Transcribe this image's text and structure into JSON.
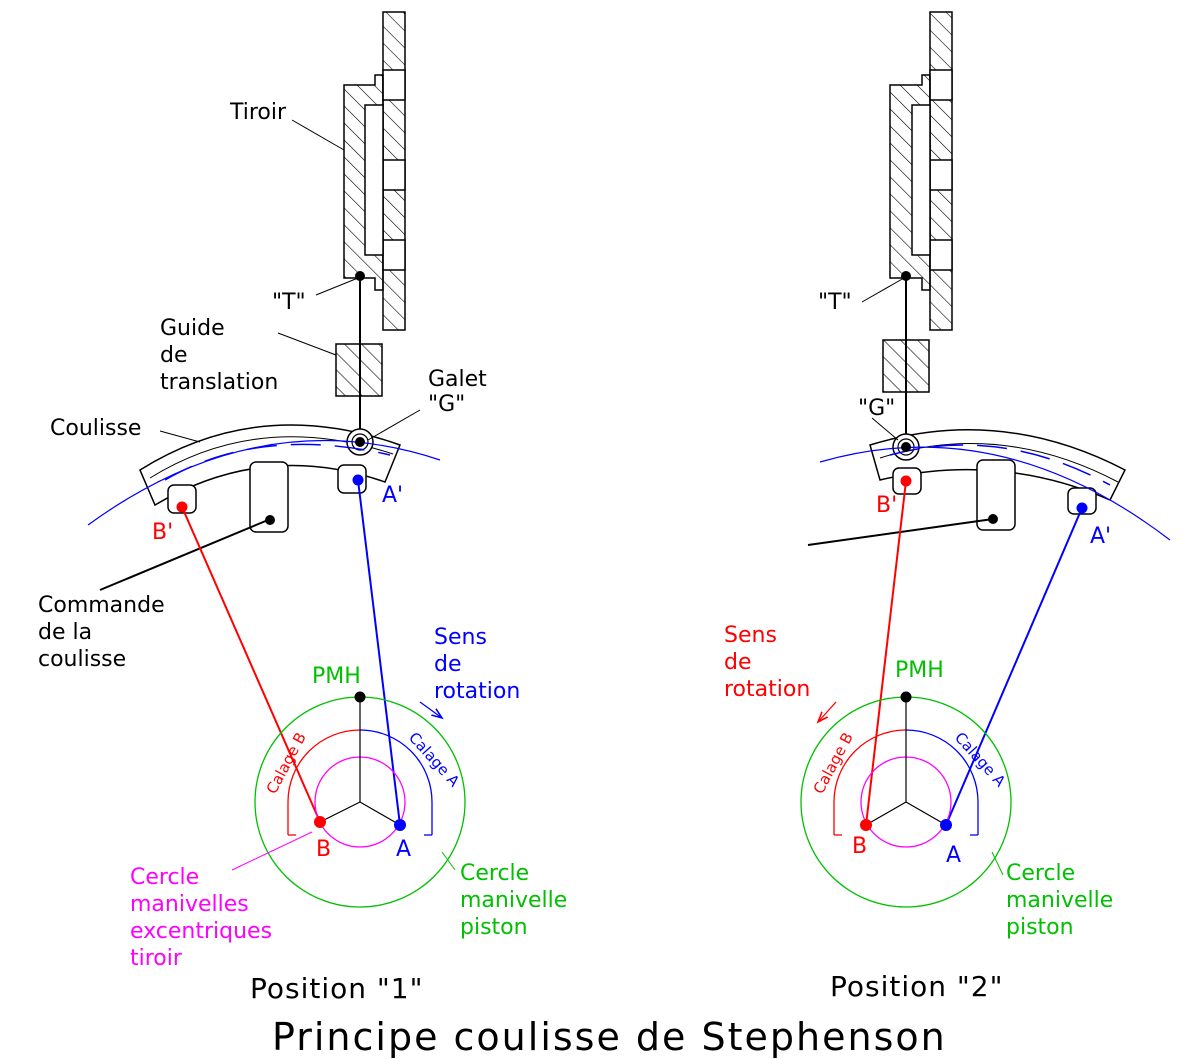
{
  "title": "Principe coulisse de Stephenson",
  "colors": {
    "black": "#000000",
    "red": "#ff0000",
    "blue": "#0000ff",
    "green": "#00c000",
    "magenta": "#ff00ff"
  },
  "left": {
    "position_label": "Position \"1\"",
    "tiroir": "Tiroir",
    "t_point": "\"T\"",
    "guide_line1": "Guide",
    "guide_line2": "de",
    "guide_line3": "translation",
    "galet_line1": "Galet",
    "galet_line2": "\"G\"",
    "coulisse": "Coulisse",
    "b_prime": "B'",
    "a_prime": "A'",
    "commande_line1": "Commande",
    "commande_line2": "de la",
    "commande_line3": "coulisse",
    "sens_line1": "Sens",
    "sens_line2": "de",
    "sens_line3": "rotation",
    "pmh": "PMH",
    "calage_b": "Calage B",
    "calage_a": "Calage A",
    "point_b": "B",
    "point_a": "A",
    "cercle_exc_line1": "Cercle",
    "cercle_exc_line2": "manivelles",
    "cercle_exc_line3": "excentriques",
    "cercle_exc_line4": "tiroir",
    "cercle_man_line1": "Cercle",
    "cercle_man_line2": "manivelle",
    "cercle_man_line3": "piston"
  },
  "right": {
    "position_label": "Position \"2\"",
    "t_point": "\"T\"",
    "galet": "\"G\"",
    "b_prime": "B'",
    "a_prime": "A'",
    "sens_line1": "Sens",
    "sens_line2": "de",
    "sens_line3": "rotation",
    "pmh": "PMH",
    "calage_b": "Calage B",
    "calage_a": "Calage A",
    "point_b": "B",
    "point_a": "A",
    "cercle_man_line1": "Cercle",
    "cercle_man_line2": "manivelle",
    "cercle_man_line3": "piston"
  }
}
